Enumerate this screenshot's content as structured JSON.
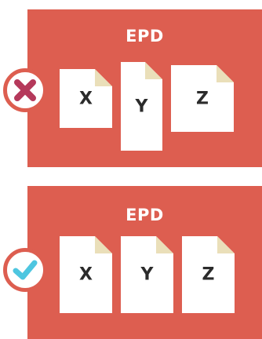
{
  "top_panel": {
    "title": "EPD",
    "status_icon": "cross-icon",
    "status_color": "#b5395b",
    "documents": [
      "X",
      "Y",
      "Z"
    ]
  },
  "bottom_panel": {
    "title": "EPD",
    "status_icon": "checkmark-icon",
    "status_color": "#4ec6e0",
    "documents": [
      "X",
      "Y",
      "Z"
    ]
  },
  "colors": {
    "panel": "#dd5e50",
    "document": "#ffffff",
    "fold": "#eadfb9"
  }
}
